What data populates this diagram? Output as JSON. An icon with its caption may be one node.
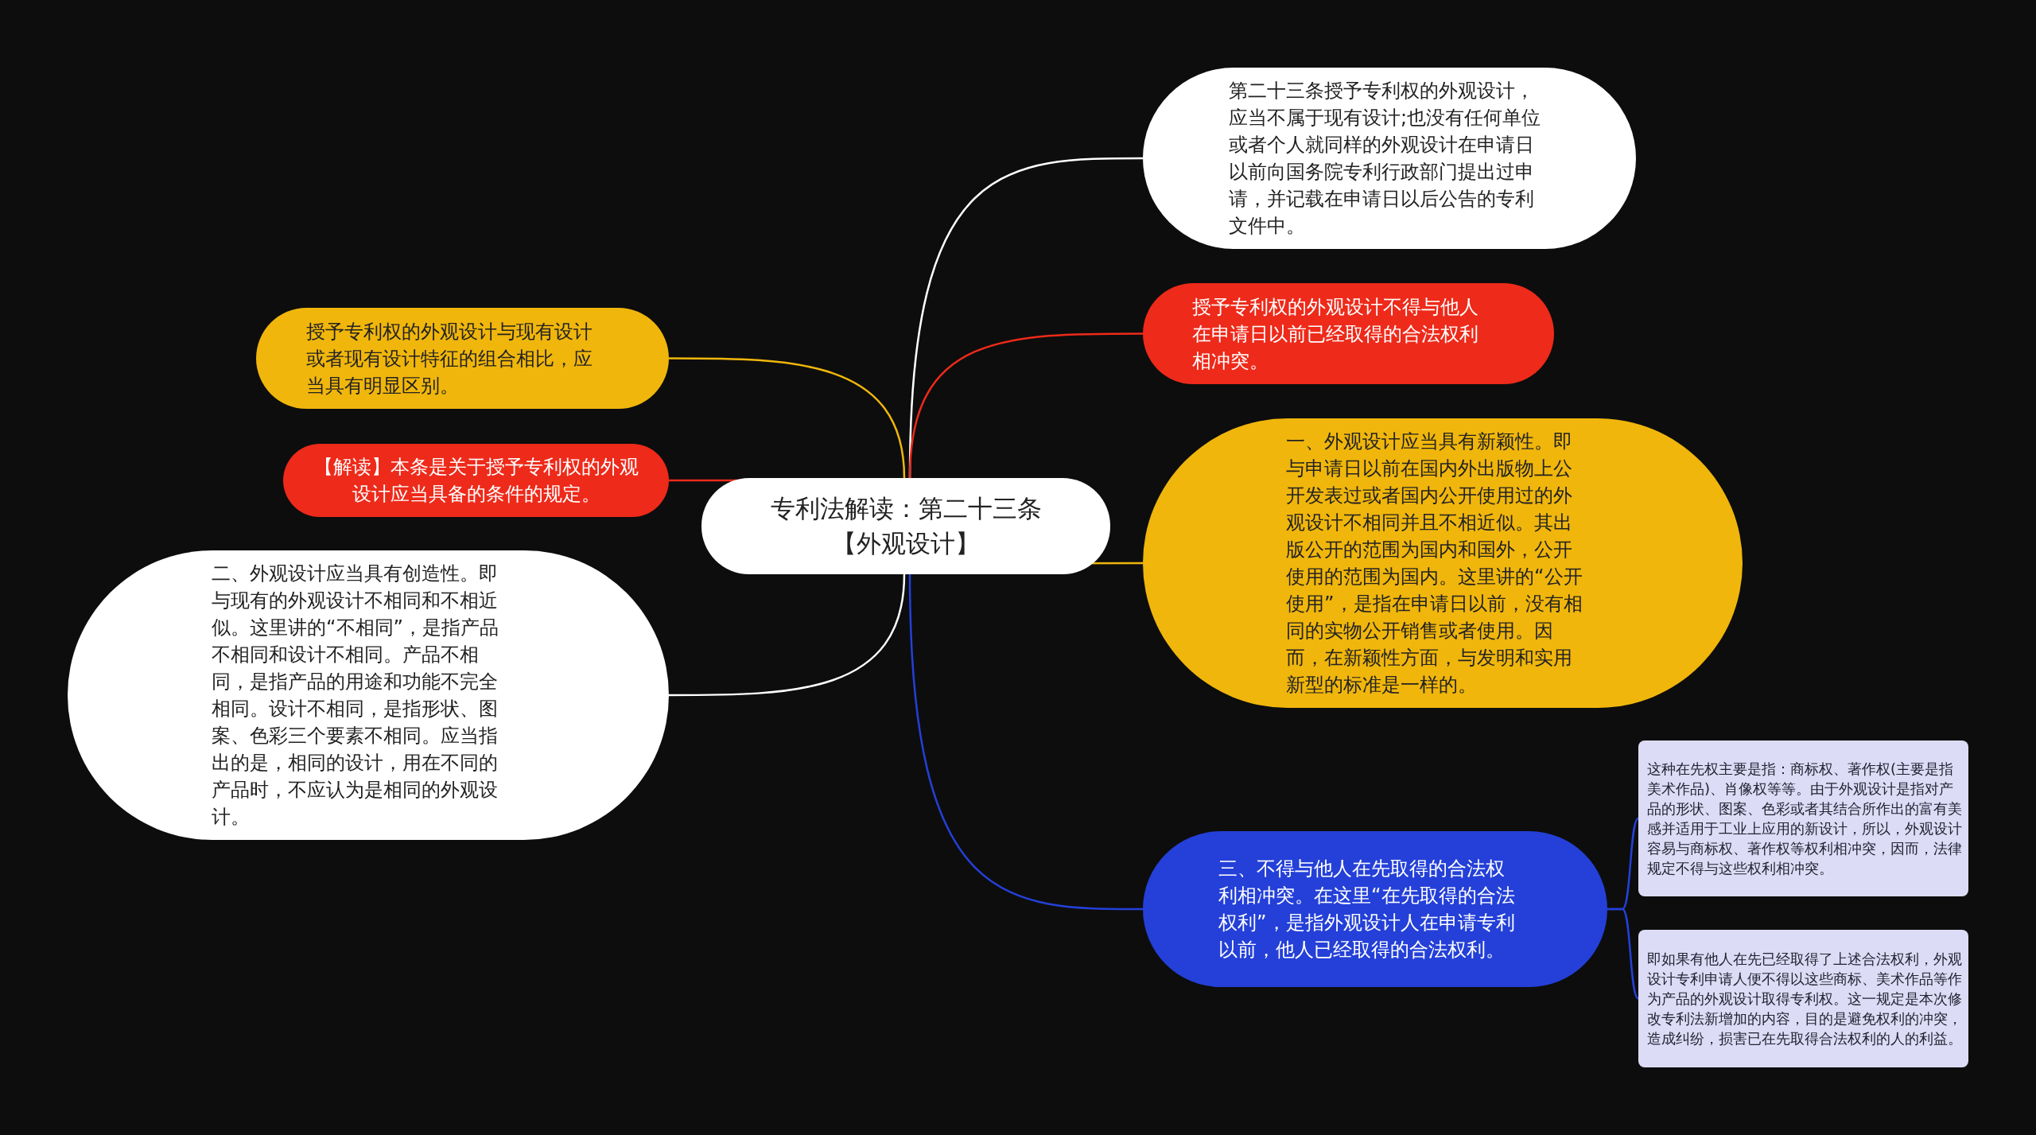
{
  "diagram": {
    "nodes": [
      {
        "text": [
          "专利法解读：第二十三条【外观设计】"
        ]
      },
      {
        "text": [
          "第二十三条授予专利权的外观设计，应当不属于现有设计;也没有任何单位或者个人就同样的外观设计在申请日以前向国务院专利行政部门提出过申请，并记载在申请日以后公告的专利文件中。"
        ]
      },
      {
        "text": [
          "授予专利权的外观设计不得与他人在申请日以前已经取得的合法权利相冲突。"
        ]
      },
      {
        "text": [
          "一、外观设计应当具有新颖性。即与申请日以前在国内外出版物上公开发表过或者国内公开使用过的外观设计不相同并且不相近似。其出版公开的范围为国内和国外，公开使用的范围为国内。这里讲的“公开使用”，是指在申请日以前，没有相同的实物公开销售或者使用。因而，在新颖性方面，与发明和实用新型的标准是一样的。"
        ]
      },
      {
        "text": [
          "三、不得与他人在先取得的合法权利相冲突。在这里“在先取得的合法权利”，是指外观设计人在申请专利以前，他人已经取得的合法权利。"
        ]
      },
      {
        "text": [
          "这种在先权主要是指：商标权、著作权(主要是指美术作品)、肖像权等等。由于外观设计是指对产品的形状、图案、色彩或者其结合所作出的富有美感并适用于工业上应用的新设计，所以，外观设计容易与商标权、著作权等权利相冲突，因而，法律规定不得与这些权利相冲突。"
        ]
      },
      {
        "text": [
          "即如果有他人在先已经取得了上述合法权利，外观设计专利申请人便不得以这些商标、美术作品等作为产品的外观设计取得专利权。这一规定是本次修改专利法新增加的内容，目的是避免权利的冲突，造成纠纷，损害已在先取得合法权利的人的利益。"
        ]
      },
      {
        "text": [
          "授予专利权的外观设计与现有设计或者现有设计特征的组合相比，应当具有明显区别。"
        ]
      },
      {
        "text": [
          "【解读】本条是关于授予专利权的外观设计应当具备的条件的规定。"
        ]
      },
      {
        "text": [
          "二、外观设计应当具有创造性。即与现有的外观设计不相同和不相近似。这里讲的“不相同”，是指产品不相同和设计不相同。产品不相同，是指产品的用途和功能不完全相同。设计不相同，是指形状、图案、色彩三个要素不相同。应当指出的是，相同的设计，用在不同的产品时，不应认为是相同的外观设计。"
        ]
      }
    ],
    "edges": [
      {
        "from": 0,
        "to": 1,
        "arrow": "none",
        "color": "#ffffff"
      },
      {
        "from": 0,
        "to": 2,
        "arrow": "none",
        "color": "#ee2a1a"
      },
      {
        "from": 0,
        "to": 3,
        "arrow": "none",
        "color": "#f0b60c"
      },
      {
        "from": 0,
        "to": 4,
        "arrow": "none",
        "color": "#2440d8"
      },
      {
        "from": 4,
        "to": 5,
        "arrow": "none",
        "color": "#2440d8"
      },
      {
        "from": 4,
        "to": 6,
        "arrow": "none",
        "color": "#2440d8"
      },
      {
        "from": 0,
        "to": 7,
        "arrow": "none",
        "color": "#f0b60c"
      },
      {
        "from": 0,
        "to": 8,
        "arrow": "none",
        "color": "#ee2a1a"
      },
      {
        "from": 0,
        "to": 9,
        "arrow": "none",
        "color": "#ffffff"
      }
    ]
  }
}
